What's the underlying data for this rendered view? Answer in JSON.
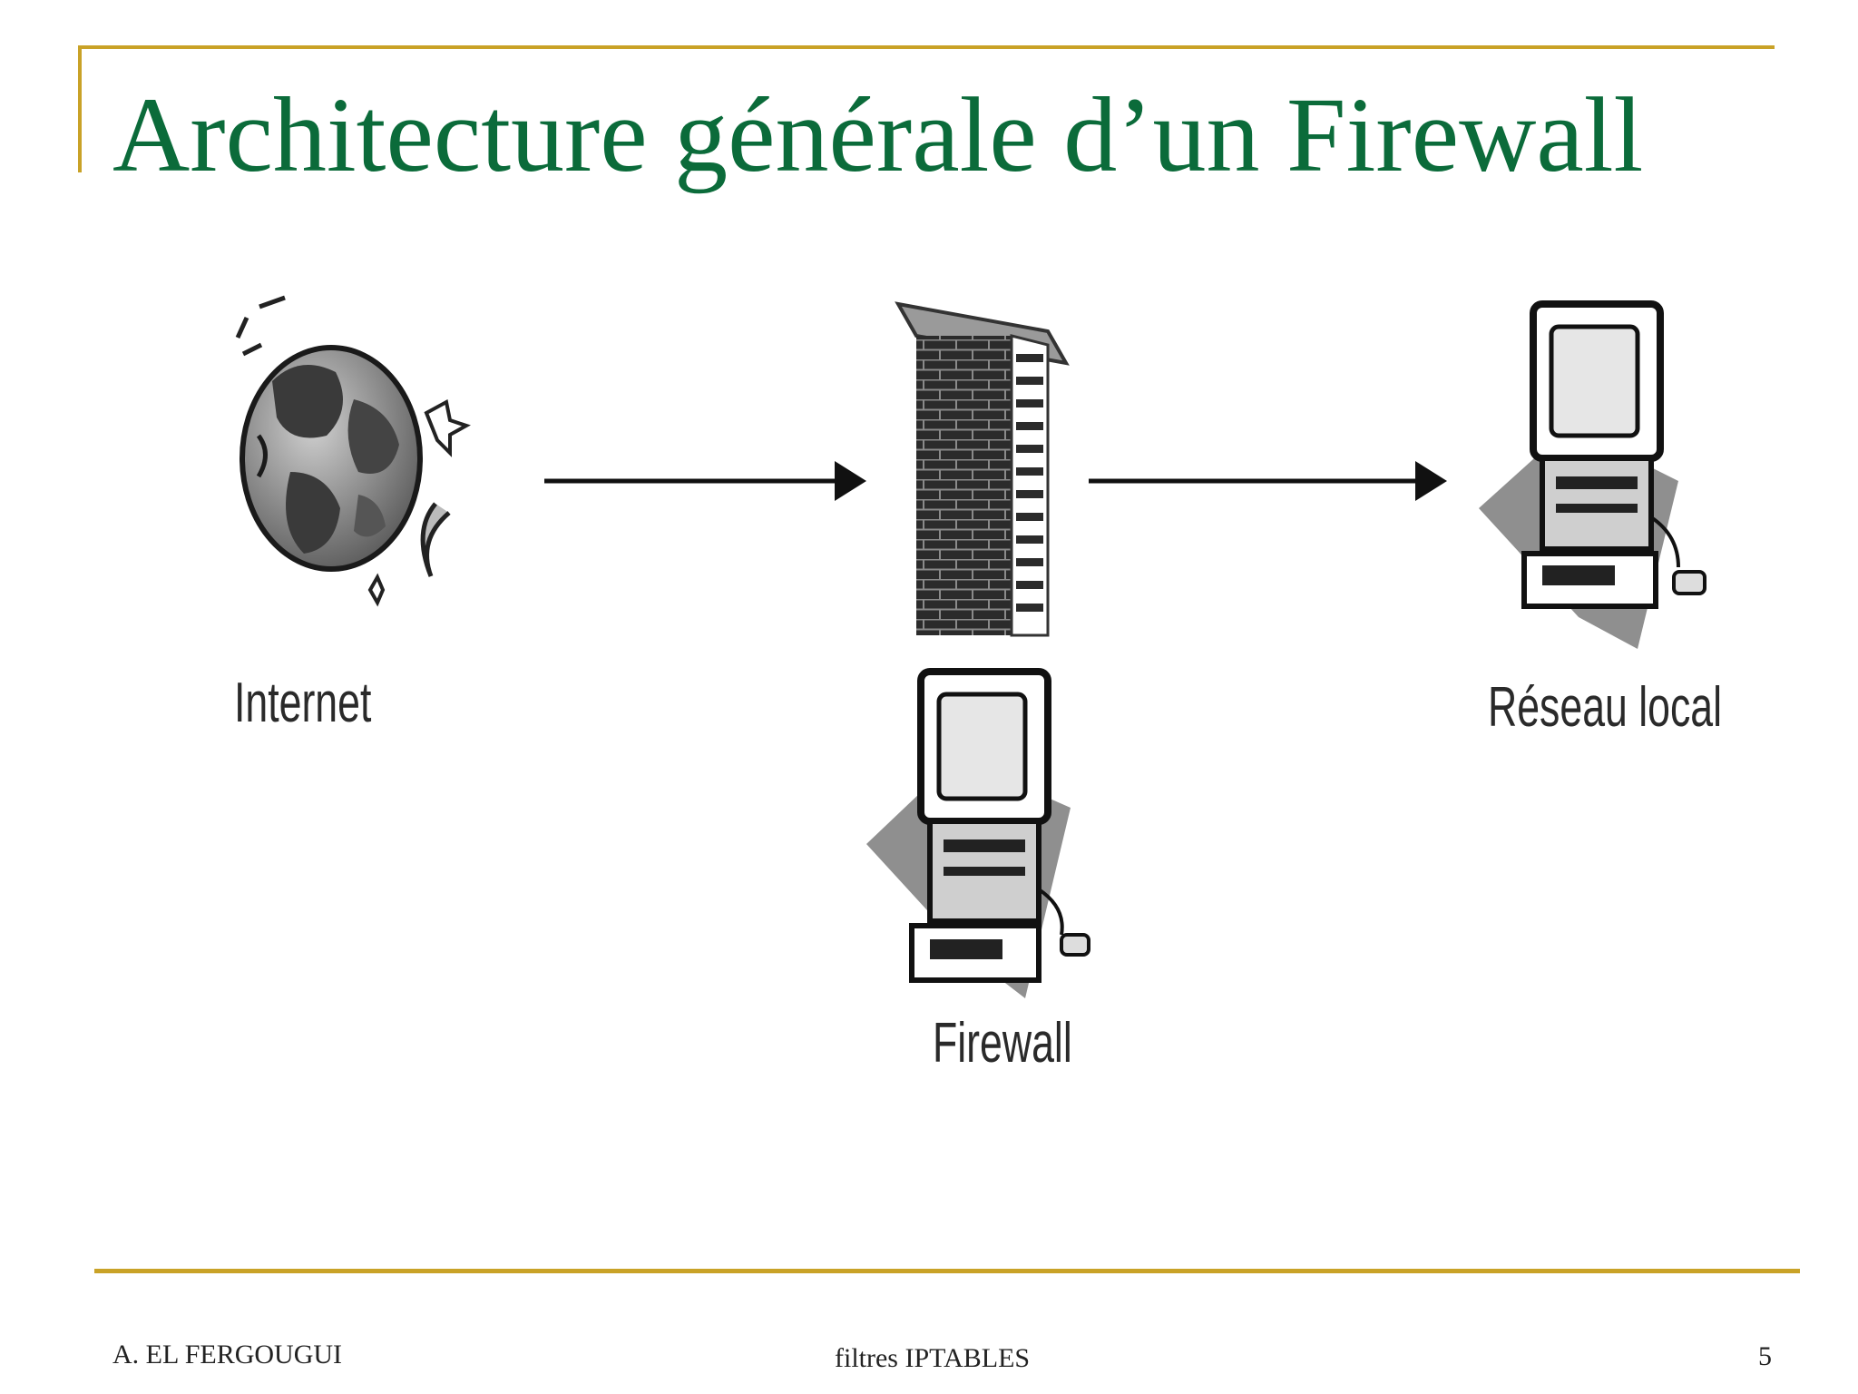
{
  "slide": {
    "title": "Architecture générale d’un Firewall"
  },
  "diagram": {
    "nodes": [
      {
        "id": "internet",
        "label": "Internet",
        "icon": "globe-icon"
      },
      {
        "id": "firewall",
        "label": "Firewall",
        "icon": "brick-wall-icon"
      },
      {
        "id": "lan",
        "label": "Réseau local",
        "icon": "computer-icon"
      }
    ],
    "edges": [
      {
        "from": "internet",
        "to": "firewall"
      },
      {
        "from": "firewall",
        "to": "lan"
      }
    ]
  },
  "footer": {
    "author": "A. EL FERGOUGUI",
    "topic": "filtres IPTABLES",
    "page_number": "5"
  },
  "colors": {
    "title": "#0b6b3a",
    "accent": "#c9a227"
  }
}
